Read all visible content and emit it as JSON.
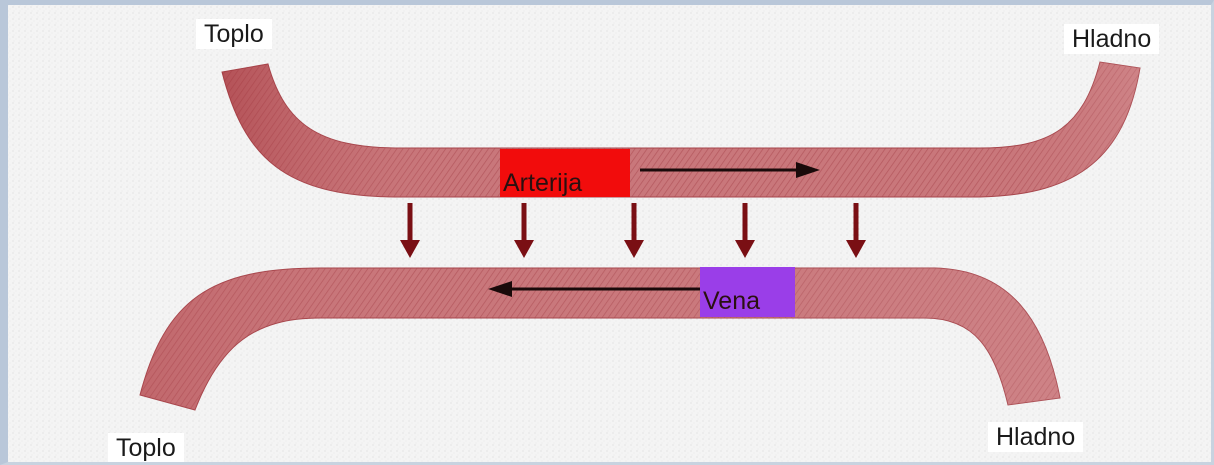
{
  "labels": {
    "top_left": "Toplo",
    "top_right": "Hladno",
    "bottom_left": "Toplo",
    "bottom_right": "Hladno"
  },
  "vessels": {
    "artery": "Arterija",
    "vein": "Vena"
  },
  "colors": {
    "vessel": "#c9777b",
    "vessel_dark": "#a63a40",
    "artery_tag": "#f20c0c",
    "vein_tag": "#9a3ee8",
    "heat_arrow": "#7a0f14",
    "flow_arrow": "#1a0a0a"
  },
  "icons": {
    "heat_transfer": "arrow-down-icon",
    "artery_flow": "arrow-right-icon",
    "vein_flow": "arrow-left-icon"
  }
}
